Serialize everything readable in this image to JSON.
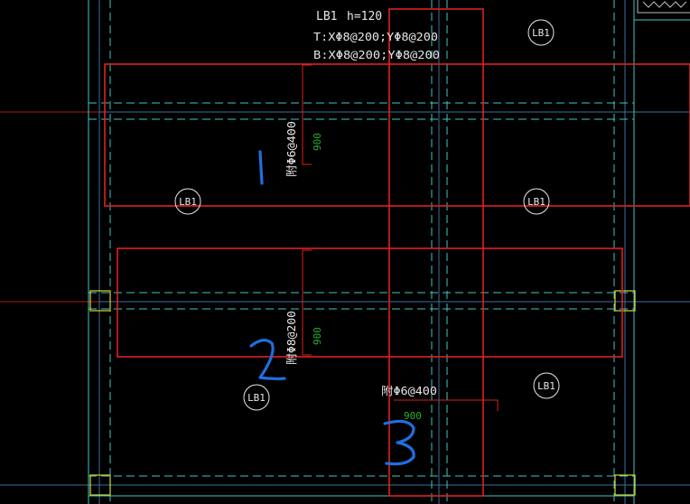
{
  "slab_header": {
    "name": "LB1",
    "thickness": "h=120",
    "top_rebar": "T:XΦ8@200;YΦ8@200",
    "bottom_rebar": "B:XΦ8@200;YΦ8@200"
  },
  "slab_tags": [
    "LB1",
    "LB1",
    "LB1",
    "LB1",
    "LB1"
  ],
  "zone_annotations": [
    {
      "bar_label": "附Φ6@400",
      "length": "900"
    },
    {
      "bar_label": "附Φ8@200",
      "length": "900"
    },
    {
      "bar_label": "附Φ6@400",
      "length": "900"
    }
  ],
  "handwritten_marks": [
    "1",
    "2",
    "3"
  ],
  "colors": {
    "background": "#000000",
    "grid": "#3a6fa0",
    "wall": "#3fc6c6",
    "highlight": "#e02020",
    "text": "#e6e6e6",
    "dimension": "#27b327",
    "column": "#d8d82c",
    "handwriting": "#1f6fe0"
  }
}
